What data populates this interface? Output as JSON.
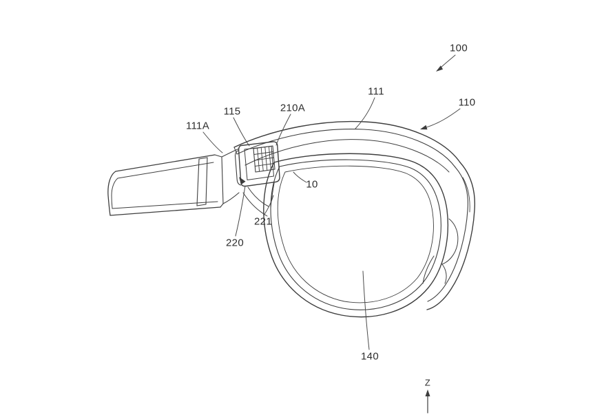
{
  "figure": {
    "description": "Patent-style perspective line drawing of smart glasses (head-mounted display) with temple arm, hinge-mounted camera/projector module and right lens assembly",
    "line_color": "#3d3d3d",
    "leader_color": "#4a4a4a",
    "background": "#ffffff"
  },
  "labels": [
    {
      "text": "100"
    },
    {
      "text": "110"
    },
    {
      "text": "111"
    },
    {
      "text": "111A"
    },
    {
      "text": "115"
    },
    {
      "text": "210A"
    },
    {
      "text": "10"
    },
    {
      "text": "221"
    },
    {
      "text": "220"
    },
    {
      "text": "140"
    },
    {
      "text": "Z"
    }
  ]
}
